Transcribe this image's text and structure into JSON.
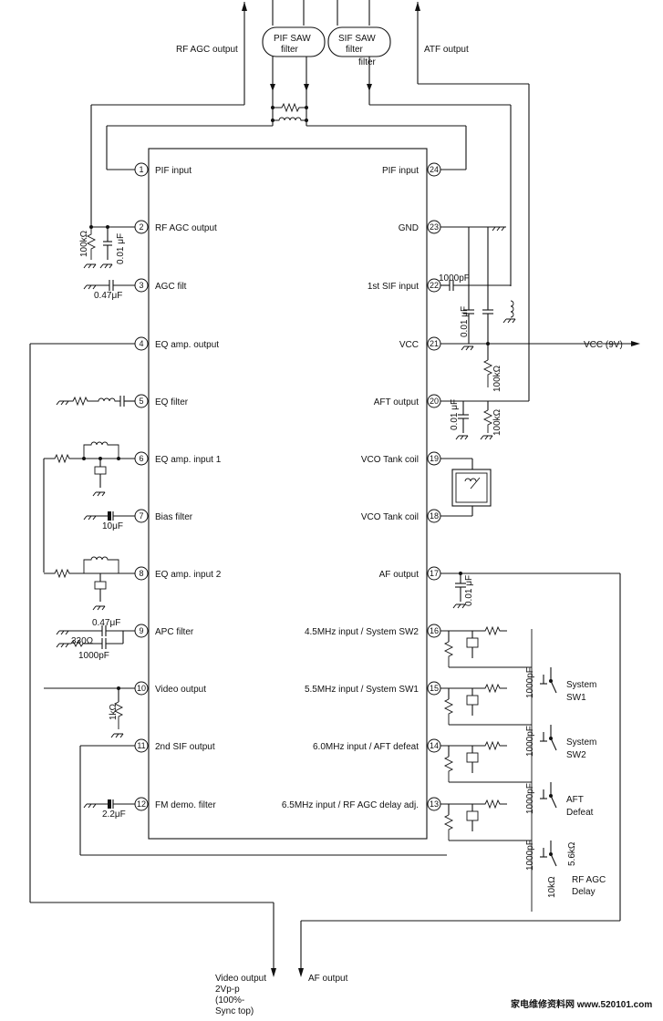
{
  "ic": {
    "left_pins": [
      {
        "num": "1",
        "label": "PIF input"
      },
      {
        "num": "2",
        "label": "RF AGC output"
      },
      {
        "num": "3",
        "label": "AGC filt"
      },
      {
        "num": "4",
        "label": "EQ amp. output"
      },
      {
        "num": "5",
        "label": "EQ filter"
      },
      {
        "num": "6",
        "label": "EQ amp. input 1"
      },
      {
        "num": "7",
        "label": "Bias filter"
      },
      {
        "num": "8",
        "label": "EQ amp. input 2"
      },
      {
        "num": "9",
        "label": "APC filter"
      },
      {
        "num": "10",
        "label": "Video output"
      },
      {
        "num": "11",
        "label": "2nd SIF output"
      },
      {
        "num": "12",
        "label": "FM demo. filter"
      }
    ],
    "right_pins": [
      {
        "num": "24",
        "label": "PIF input"
      },
      {
        "num": "23",
        "label": "GND"
      },
      {
        "num": "22",
        "label": "1st SIF input"
      },
      {
        "num": "21",
        "label": "VCC"
      },
      {
        "num": "20",
        "label": "AFT output"
      },
      {
        "num": "19",
        "label": "VCO Tank coil"
      },
      {
        "num": "18",
        "label": "VCO Tank coil"
      },
      {
        "num": "17",
        "label": "AF output"
      },
      {
        "num": "16",
        "label": "4.5MHz input / System SW2"
      },
      {
        "num": "15",
        "label": "5.5MHz input / System SW1"
      },
      {
        "num": "14",
        "label": "6.0MHz input / AFT defeat"
      },
      {
        "num": "13",
        "label": "6.5MHz input / RF AGC delay adj."
      }
    ]
  },
  "top": {
    "rf_agc_output": "RF AGC output",
    "pif_saw_filter_1": "PIF SAW",
    "pif_saw_filter_2": "filter",
    "sif_saw_filter_1": "SIF SAW",
    "sif_saw_filter_2": "filter",
    "sif_saw_filter_3": "filter",
    "atf_output": "ATF output"
  },
  "components": {
    "r_100k_pin2": "100kΩ",
    "c_001_pin2": "0.01 μF",
    "c_047_pin3": "0.47μF",
    "c_10_pin7": "10μF",
    "c_047_pin9": "0.47μF",
    "r_330_pin9": "330Ω",
    "c_1000p_pin9": "1000pF",
    "r_1k_pin10": "1kΩ",
    "c_22_pin12": "2.2μF",
    "c_1000p_pin22": "1000pF",
    "c_001_pin22": "0.01 μF",
    "r_100k_vcc": "100kΩ",
    "r_100k_pin20": "100kΩ",
    "c_001_pin20": "0.01 μF",
    "c_001_pin17": "0.01 μF",
    "c_1000p_16": "1000pF",
    "c_1000p_15": "1000pF",
    "c_1000p_14": "1000pF",
    "c_1000p_13": "1000pF",
    "r_56k": "5.6kΩ",
    "r_10k": "10kΩ"
  },
  "side_labels": {
    "vcc": "VCC (9V)",
    "system_sw1_a": "System",
    "system_sw1_b": "SW1",
    "system_sw2_a": "System",
    "system_sw2_b": "SW2",
    "aft_defeat_a": "AFT",
    "aft_defeat_b": "Defeat",
    "rf_agc_delay_a": "RF AGC",
    "rf_agc_delay_b": "Delay"
  },
  "bottom": {
    "video_output_1": "Video output",
    "video_output_2": "2Vp-p",
    "video_output_3": "(100%-",
    "video_output_4": "Sync top)",
    "af_output": "AF output"
  },
  "watermark": "家电维修资料网 www.520101.com"
}
